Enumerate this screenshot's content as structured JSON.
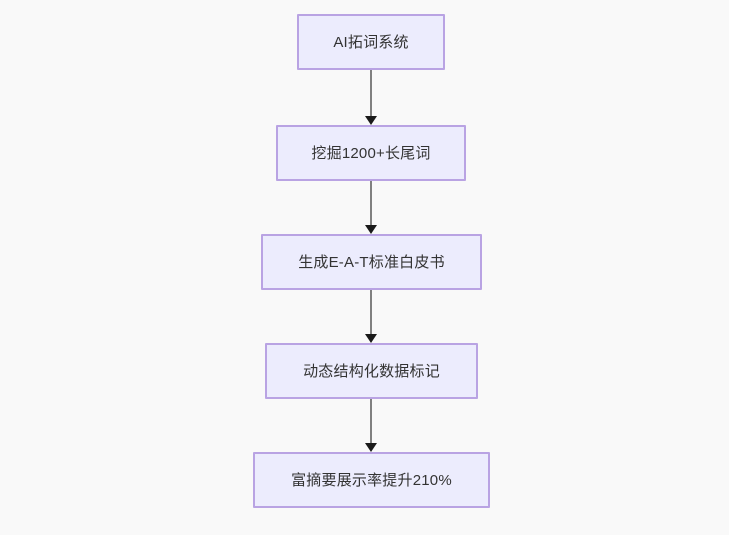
{
  "diagram": {
    "type": "flowchart",
    "direction": "top-to-bottom",
    "background_color": "#f9f9f9",
    "node_fill_color": "#ececfd",
    "node_border_color": "#b9a3e3",
    "node_text_color": "#333333",
    "connector_color": "#808080",
    "arrowhead_color": "#1a1a1a",
    "nodes": [
      {
        "id": "n1",
        "label": "AI拓词系统"
      },
      {
        "id": "n2",
        "label": "挖掘1200+长尾词"
      },
      {
        "id": "n3",
        "label": "生成E-A-T标准白皮书"
      },
      {
        "id": "n4",
        "label": "动态结构化数据标记"
      },
      {
        "id": "n5",
        "label": "富摘要展示率提升210%"
      }
    ],
    "edges": [
      {
        "id": "e1",
        "from": "n1",
        "to": "n2",
        "label": ""
      },
      {
        "id": "e2",
        "from": "n2",
        "to": "n3",
        "label": ""
      },
      {
        "id": "e3",
        "from": "n3",
        "to": "n4",
        "label": ""
      },
      {
        "id": "e4",
        "from": "n4",
        "to": "n5",
        "label": ""
      }
    ]
  }
}
